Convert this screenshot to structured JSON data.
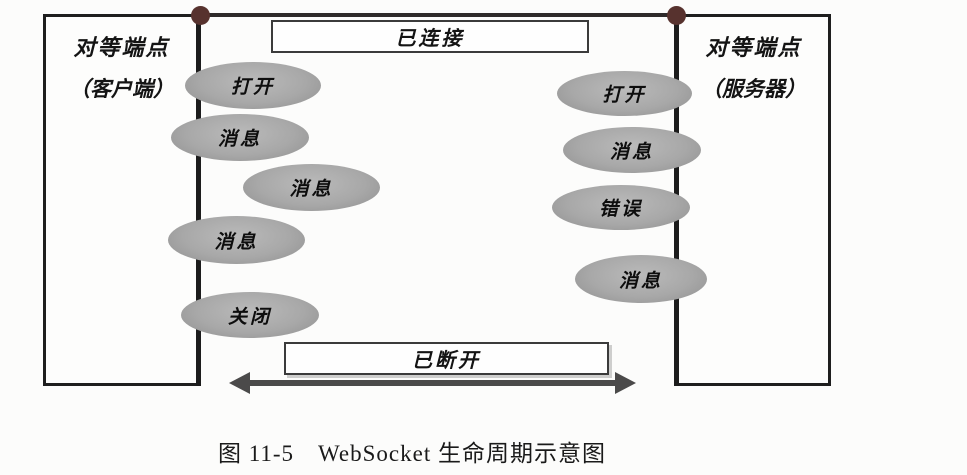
{
  "figure": {
    "caption": "图 11-5　WebSocket 生命周期示意图",
    "endpoints": {
      "client": {
        "title": "对等端点",
        "subtitle": "（客户端）"
      },
      "server": {
        "title": "对等端点",
        "subtitle": "（服务器）"
      }
    },
    "states": {
      "connected": "已连接",
      "disconnected": "已断开"
    },
    "client_events": [
      "打开",
      "消息",
      "消息",
      "消息",
      "关闭"
    ],
    "server_events": [
      "打开",
      "消息",
      "错误",
      "消息"
    ],
    "colors": {
      "ellipse_fill": "#a8a8a8",
      "connector_dot": "#57322e",
      "lifeline": "#1c1c1c",
      "arrow": "#4b4a4a"
    }
  }
}
